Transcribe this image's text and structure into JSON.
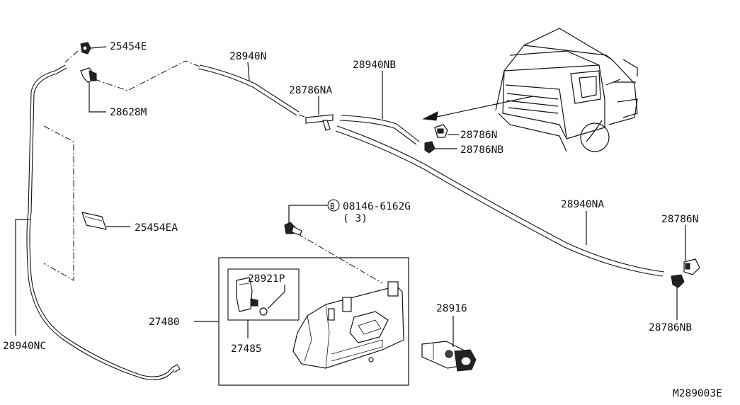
{
  "labels": {
    "p25454E": "25454E",
    "p28628M": "28628M",
    "p28940N": "28940N",
    "p28786NA": "28786NA",
    "p28940NB": "28940NB",
    "p28786N_top": "28786N",
    "p28786NB_top": "28786NB",
    "p25454EA": "25454EA",
    "p08146": "08146-6162G",
    "p08146_qty": "( 3)",
    "bolt_marker": "B",
    "p28940NA": "28940NA",
    "p28786N_right": "28786N",
    "p28786NB_right": "28786NB",
    "p28921P": "28921P",
    "p27480": "27480",
    "p27485": "27485",
    "p28916": "28916",
    "p28940NC": "28940NC",
    "diagram_code": "M289003E"
  }
}
